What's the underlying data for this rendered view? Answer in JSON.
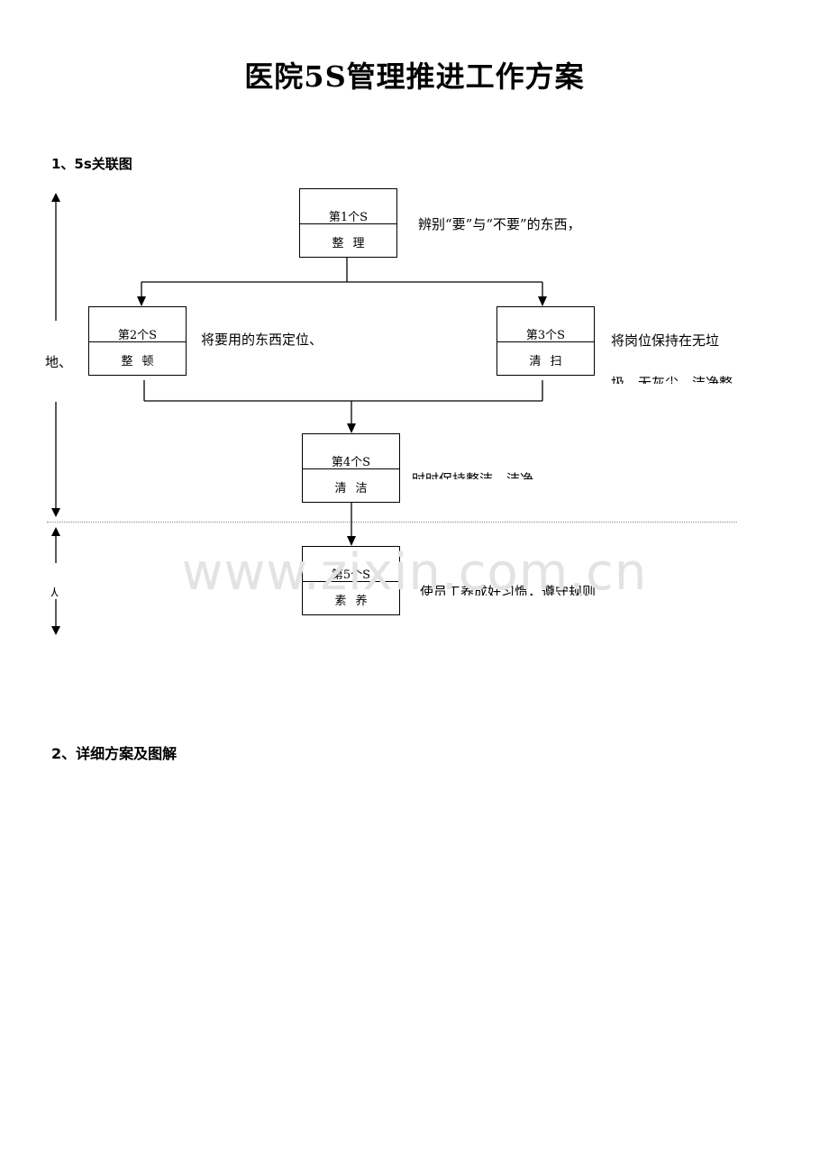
{
  "title": "医院5S管理推进工作方案",
  "section1": "1、5s关联图",
  "section2": "2、详细方案及图解",
  "boxes": [
    {
      "top": "第1个S",
      "bottom": "整理"
    },
    {
      "top": "第2个S",
      "bottom": "整顿"
    },
    {
      "top": "第3个S",
      "bottom": "清扫"
    },
    {
      "top": "第4个S",
      "bottom": "清洁"
    },
    {
      "top": "第5个S",
      "bottom": "素养"
    }
  ],
  "descriptions": {
    "d1": "辨别“要”与“不要”的东西，",
    "d2": "将要用的东西定位、",
    "d3_line1": "将岗位保持在无垃",
    "d3_line2": "圾、无灰尘、洁净整",
    "d4": "时时保持整洁、洁净",
    "d5": "使员工养成好习惯，遵守规则"
  },
  "left_labels": {
    "upper": "地、",
    "lower": "人"
  },
  "watermark": "www.zixin.com.cn"
}
